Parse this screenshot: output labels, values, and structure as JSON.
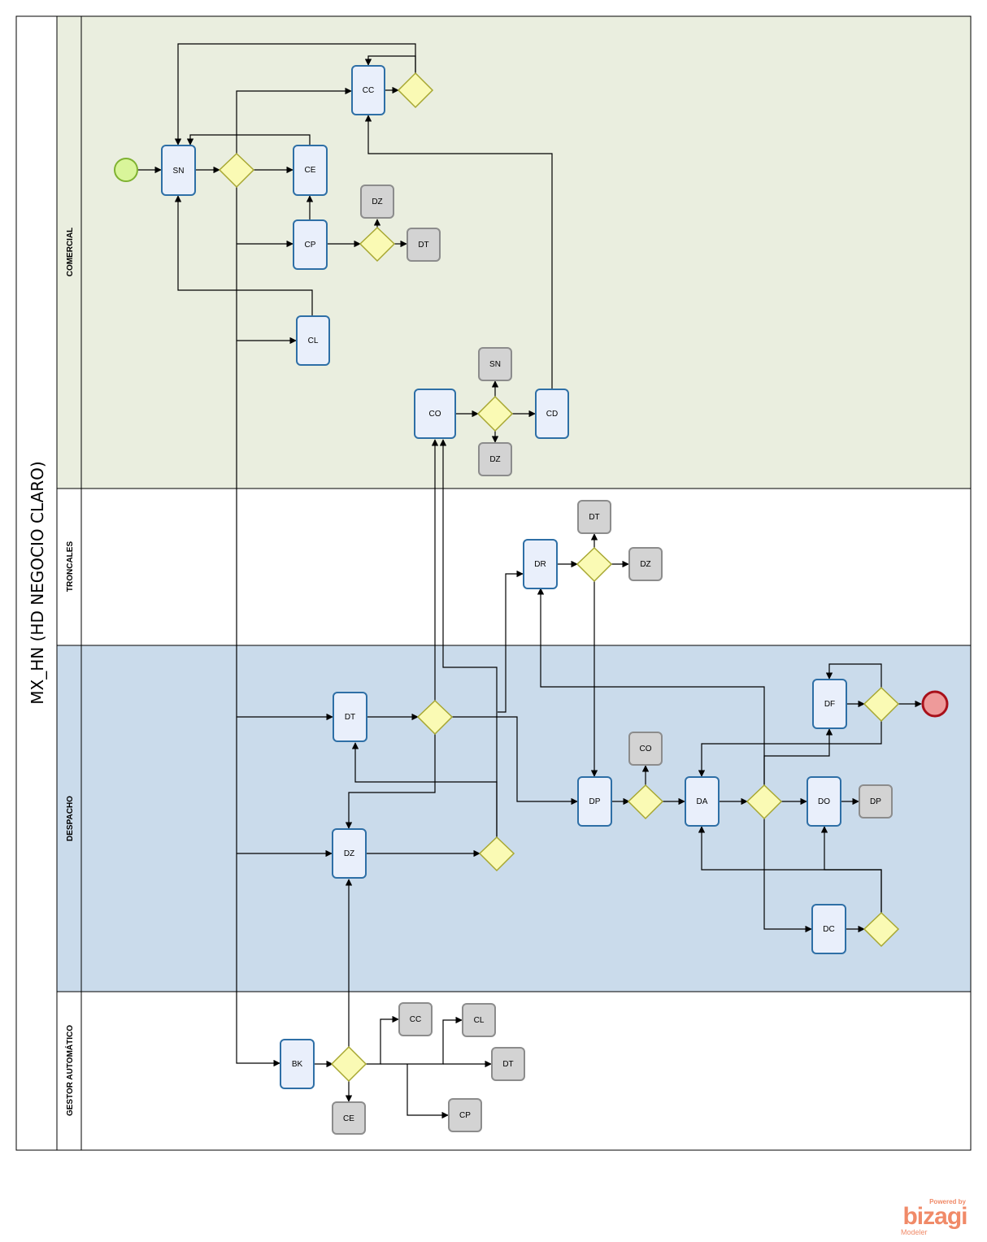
{
  "pool": {
    "title": "MX_HN (HD NEGOCIO CLARO)"
  },
  "lanes": {
    "comercial": "COMERCIAL",
    "troncales": "TRONCALES",
    "despacho": "DESPACHO",
    "gestor": "GESTOR AUTOMÁTICO"
  },
  "colors": {
    "comercial_bg": "#eaeedf",
    "despacho_bg": "#cadbeb",
    "task_fill": "#e9effb",
    "task_stroke": "#2e6fa6",
    "ref_fill": "#d3d3d3",
    "ref_stroke": "#8c8c8c",
    "gateway_fill": "#fafab4",
    "gateway_stroke": "#a7a732",
    "start_fill": "#d9f59a",
    "start_stroke": "#7fb231",
    "end_fill": "#ee9a9a",
    "end_stroke": "#a8101a",
    "brand": "#f08a68"
  },
  "tasks": {
    "sn": "SN",
    "ce": "CE",
    "cp": "CP",
    "cl": "CL",
    "cc": "CC",
    "co": "CO",
    "cd": "CD",
    "dr": "DR",
    "dt": "DT",
    "dz": "DZ",
    "dp": "DP",
    "da": "DA",
    "do": "DO",
    "dc": "DC",
    "df": "DF",
    "bk": "BK"
  },
  "refs": {
    "cp_dz": "DZ",
    "cp_dt": "DT",
    "co_sn": "SN",
    "co_dz": "DZ",
    "dr_dt": "DT",
    "dr_dz": "DZ",
    "dp_co": "CO",
    "do_dp": "DP",
    "bk_cc": "CC",
    "bk_cl": "CL",
    "bk_dt": "DT",
    "bk_cp": "CP",
    "bk_ce": "CE"
  },
  "brand": {
    "powered": "Powered by",
    "name": "bizagi",
    "product": "Modeler"
  }
}
